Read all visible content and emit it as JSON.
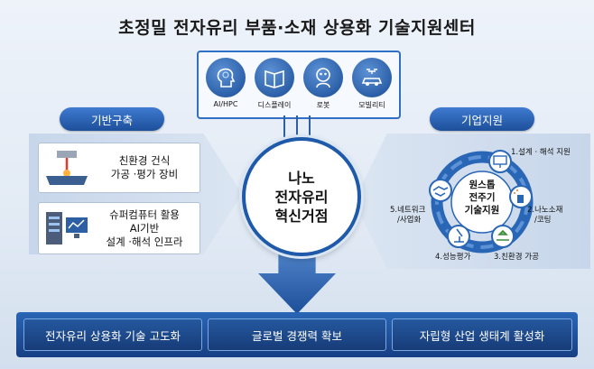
{
  "title": "초정밀 전자유리 부품·소재 상용화 기술지원센터",
  "applications": [
    {
      "label": "AI/HPC",
      "icon": "ai-head-icon"
    },
    {
      "label": "디스플레이",
      "icon": "display-book-icon"
    },
    {
      "label": "로봇",
      "icon": "robot-icon"
    },
    {
      "label": "모빌리티",
      "icon": "car-drone-icon"
    }
  ],
  "left_section": {
    "badge": "기반구축",
    "items": [
      {
        "lines": [
          "친환경 건식",
          "가공 ·평가 장비"
        ],
        "icon": "laser-machining-icon"
      },
      {
        "lines": [
          "슈퍼컴퓨터 활용",
          "AI기반",
          "설계 ·해석 인프라"
        ],
        "icon": "supercomputer-icon"
      }
    ]
  },
  "hub": {
    "lines": [
      "나노",
      "전자유리",
      "혁신거점"
    ]
  },
  "right_section": {
    "badge": "기업지원",
    "center_lines": [
      "원스톱",
      "전주기",
      "기술지원"
    ],
    "steps": [
      {
        "label": "1.설계 · 해석 지원",
        "icon": "monitor-design-icon"
      },
      {
        "label": "2.나노소재",
        "label2": "/코팅",
        "icon": "spray-coating-icon"
      },
      {
        "label": "3.친환경 가공",
        "icon": "eco-processing-icon"
      },
      {
        "label": "4.성능평가",
        "icon": "microscope-icon"
      },
      {
        "label": "5.네트워크",
        "label2": "/사업화",
        "icon": "handshake-icon"
      }
    ]
  },
  "outcomes": [
    "전자유리 상용화 기술 고도화",
    "글로벌 경쟁력 확보",
    "자립형 산업 생태계 활성화"
  ],
  "colors": {
    "primary": "#1e5aa9",
    "accent": "#3f7bd1",
    "dark": "#173f84"
  }
}
